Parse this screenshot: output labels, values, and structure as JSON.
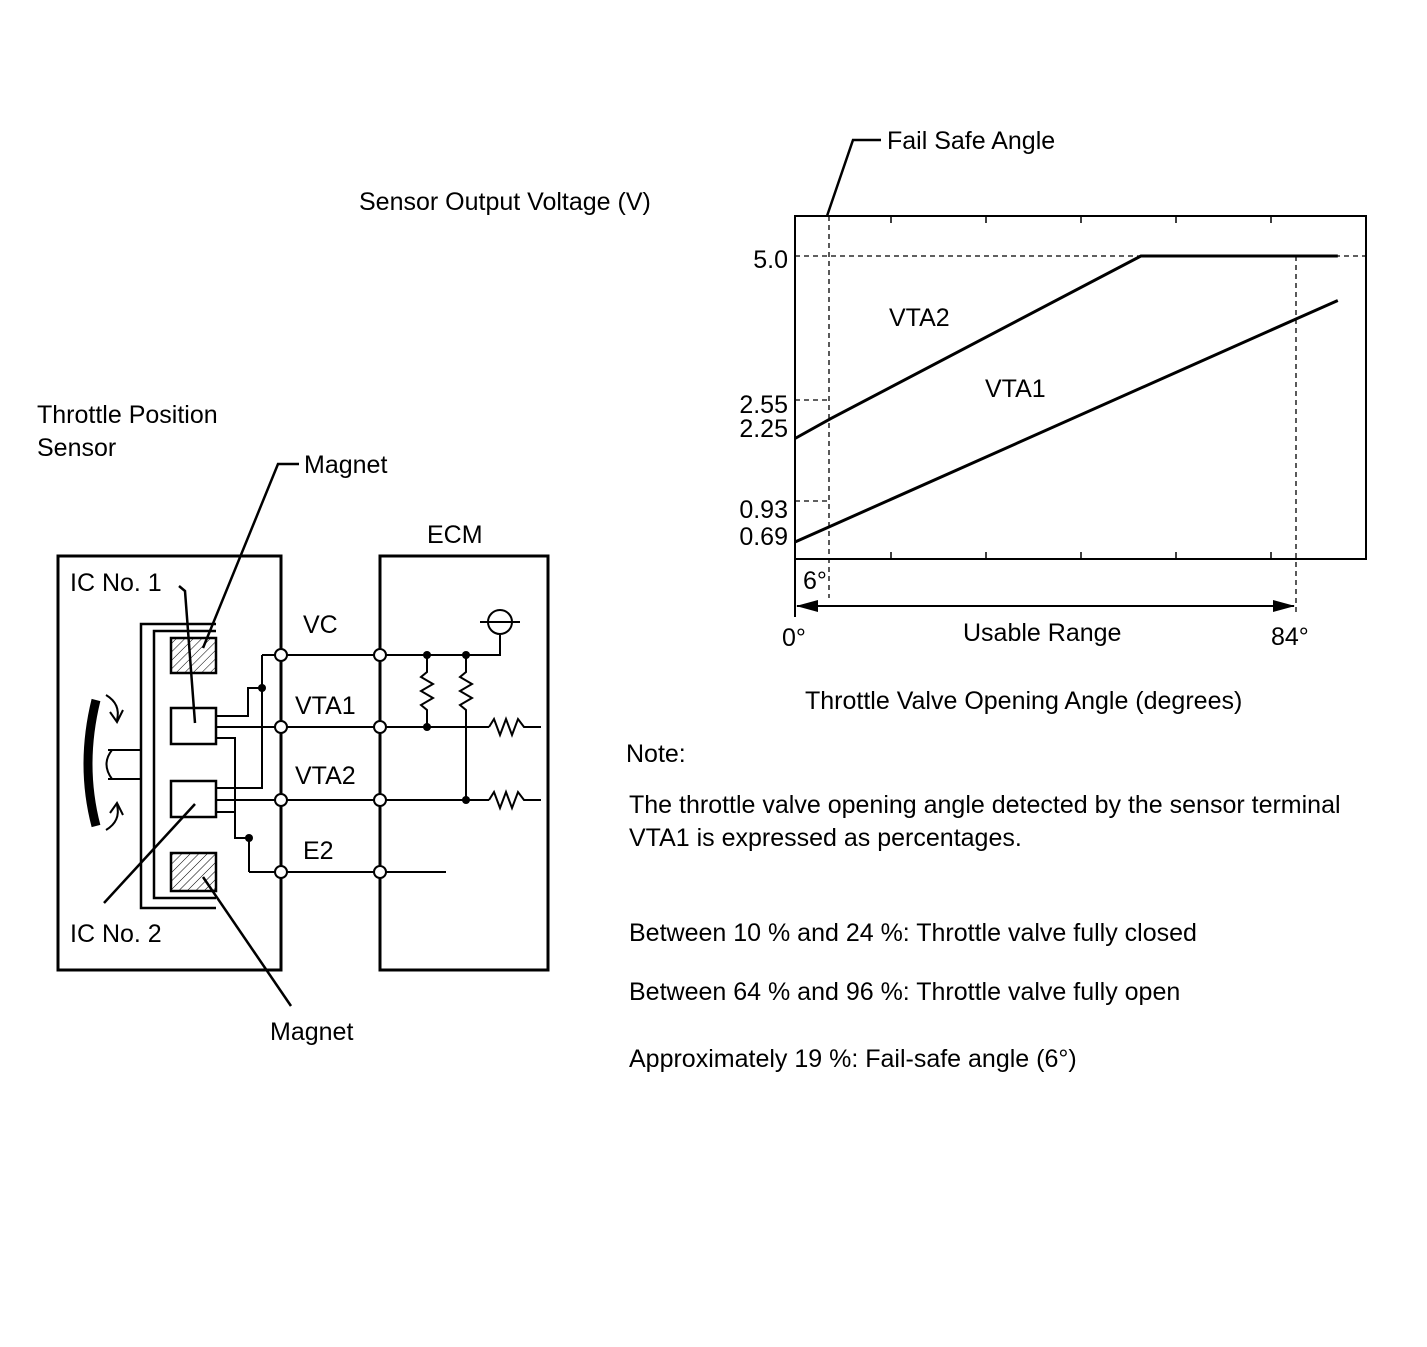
{
  "circuit": {
    "sensor_title_line1": "Throttle Position",
    "sensor_title_line2": "Sensor",
    "magnet_top": "Magnet",
    "magnet_bottom": "Magnet",
    "ic1": "IC No. 1",
    "ic2": "IC No. 2",
    "ecm": "ECM",
    "terminals": [
      "VC",
      "VTA1",
      "VTA2",
      "E2"
    ]
  },
  "graph": {
    "ylabel": "Sensor Output Voltage (V)",
    "xlabel": "Throttle Valve Opening Angle (degrees)",
    "fail_safe_label": "Fail Safe Angle",
    "usable_range_label": "Usable Range",
    "y_ticks": [
      "5.0",
      "2.55",
      "2.25",
      "0.93",
      "0.69"
    ],
    "x_ticks": [
      "0°",
      "6°",
      "84°"
    ],
    "series_labels": [
      "VTA2",
      "VTA1"
    ]
  },
  "chart_data": {
    "type": "line",
    "ylabel": "Sensor Output Voltage (V)",
    "xlabel": "Throttle Valve Opening Angle (degrees)",
    "series": [
      {
        "name": "VTA1",
        "x": [
          0,
          6,
          84,
          91
        ],
        "y": [
          0.69,
          0.93,
          4.05,
          4.33
        ]
      },
      {
        "name": "VTA2",
        "x": [
          0,
          6,
          58,
          91
        ],
        "y": [
          2.25,
          2.55,
          5.0,
          5.0
        ]
      }
    ],
    "annotations": [
      "Fail Safe Angle",
      "Usable Range"
    ]
  },
  "note": {
    "heading": "Note:",
    "line1": "The throttle valve opening angle detected by the sensor terminal",
    "line2": "VTA1 is expressed as percentages.",
    "closed": "Between 10 % and 24 %: Throttle valve fully closed",
    "open": "Between 64 % and 96 %: Throttle valve fully open",
    "failsafe": "Approximately 19 %: Fail-safe angle (6°)"
  }
}
